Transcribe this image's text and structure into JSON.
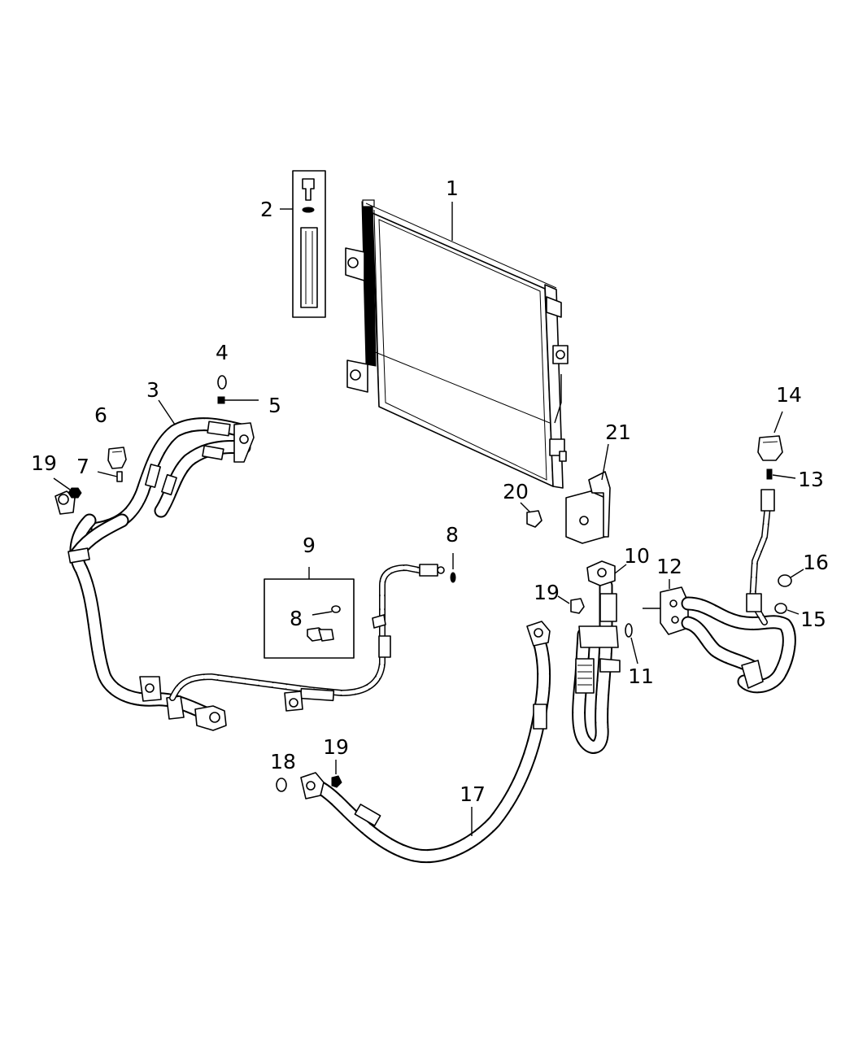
{
  "callouts": {
    "c1": "1",
    "c2": "2",
    "c3": "3",
    "c4": "4",
    "c5": "5",
    "c6": "6",
    "c7": "7",
    "c8a": "8",
    "c8b": "8",
    "c9": "9",
    "c10": "10",
    "c11": "11",
    "c12": "12",
    "c13": "13",
    "c14": "14",
    "c15": "15",
    "c16": "16",
    "c17": "17",
    "c18": "18",
    "c19a": "19",
    "c19b": "19",
    "c19c": "19",
    "c20": "20",
    "c21": "21"
  }
}
